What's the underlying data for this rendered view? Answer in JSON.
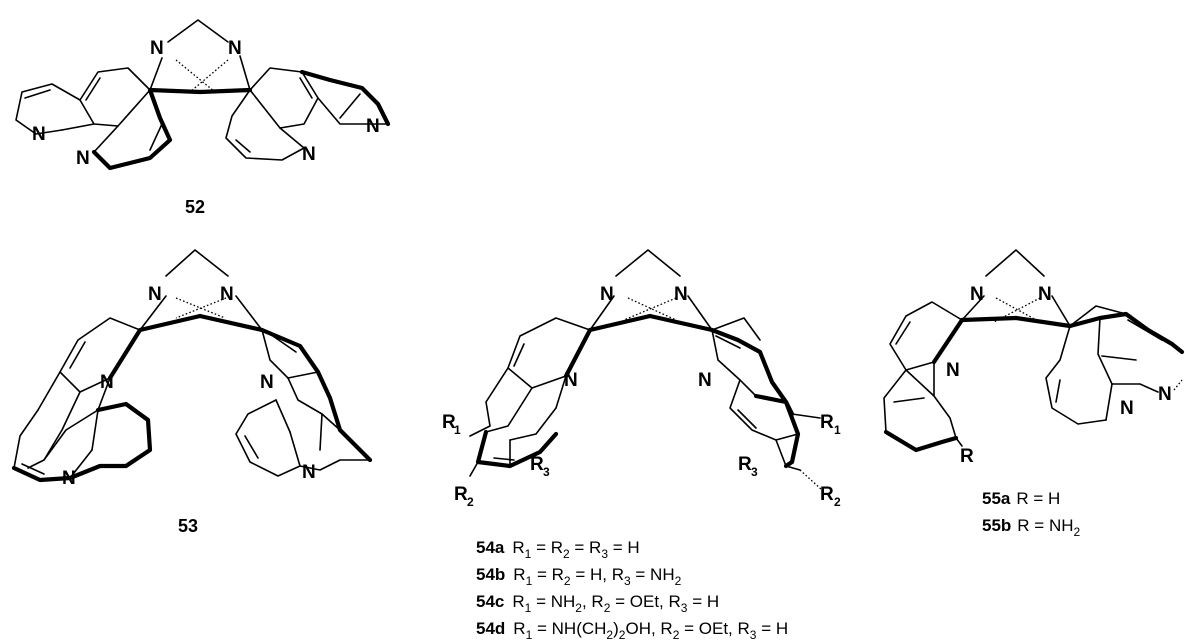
{
  "compounds": {
    "c52": {
      "label": "52"
    },
    "c53": {
      "label": "53"
    },
    "c54": {
      "variants": [
        {
          "id": "54a",
          "text": "R1 = R2 = R3 = H"
        },
        {
          "id": "54b",
          "text": "R1 = R2 = H, R3 = NH2"
        },
        {
          "id": "54c",
          "text": "R1 = NH2, R2 = OEt, R3 = H"
        },
        {
          "id": "54d",
          "text": "R1 = NH(CH2)2OH, R2 = OEt, R3 = H"
        }
      ]
    },
    "c55": {
      "variants": [
        {
          "id": "55a",
          "text": "R = H"
        },
        {
          "id": "55b",
          "text": "R = NH2"
        }
      ]
    }
  },
  "atoms": {
    "N": "N",
    "R": "R",
    "R1": "R1",
    "R2": "R2",
    "R3": "R3"
  }
}
